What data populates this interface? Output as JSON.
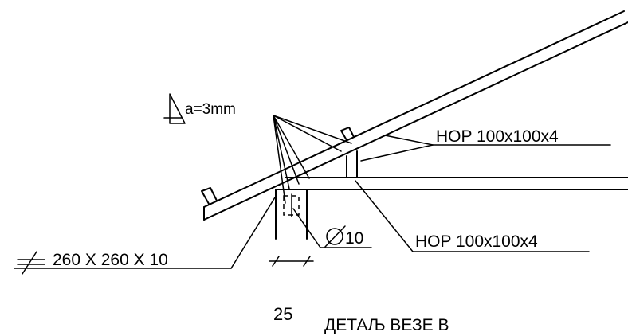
{
  "labels": {
    "weld_size": "a=3mm",
    "hop_upper": "HOP 100x100x4",
    "hop_lower": "HOP 100x100x4",
    "bolt_diameter": "10",
    "plate": "260 X 260 X 10",
    "detail_number": "25",
    "detail_title": "ДЕТАЉ ВЕЗЕ В"
  }
}
